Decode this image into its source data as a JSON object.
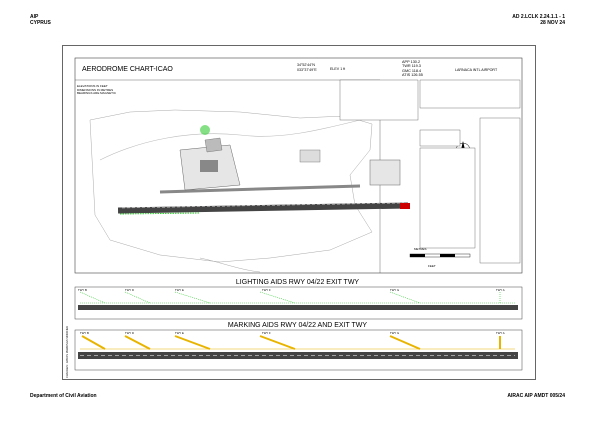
{
  "header": {
    "left_line1": "AIP",
    "left_line2": "CYPRUS",
    "right_line1": "AD 2.LCLK 2.24.1.1 - 1",
    "right_line2": "28 NOV 24"
  },
  "footer": {
    "left": "Department of Civil Aviation",
    "right": "AIRAC AIP AMDT 005/24"
  },
  "chart": {
    "title": "AERODROME CHART-ICAO",
    "arp_lat": "34°52'44\"N",
    "arp_lon": "033°37'49\"E",
    "elev": "ELEV 1 ft",
    "freq": [
      "APP 130.2",
      "TWR 119.3",
      "GMC 118.4",
      "ATIS 126.55"
    ],
    "airport_name": "LARNACA INTL AIRPORT",
    "notes": [
      "ELEVATIONS IN FEET",
      "DIMENSIONS IN METRES",
      "BEARINGS ARE MAGNETIC"
    ],
    "scale_label": "METRES",
    "scale_label2": "FEET",
    "lighting_title": "LIGHTING AIDS RWY 04/22 EXIT TWY",
    "marking_title": "MARKING AIDS RWY 04/22 AND EXIT TWY",
    "side_label": "CHANGES : APRON MARKINGS MODIFIED",
    "twy_labels": [
      "TWY B",
      "TWY D",
      "TWY E",
      "TWY F",
      "TWY G",
      "TWY A"
    ]
  }
}
